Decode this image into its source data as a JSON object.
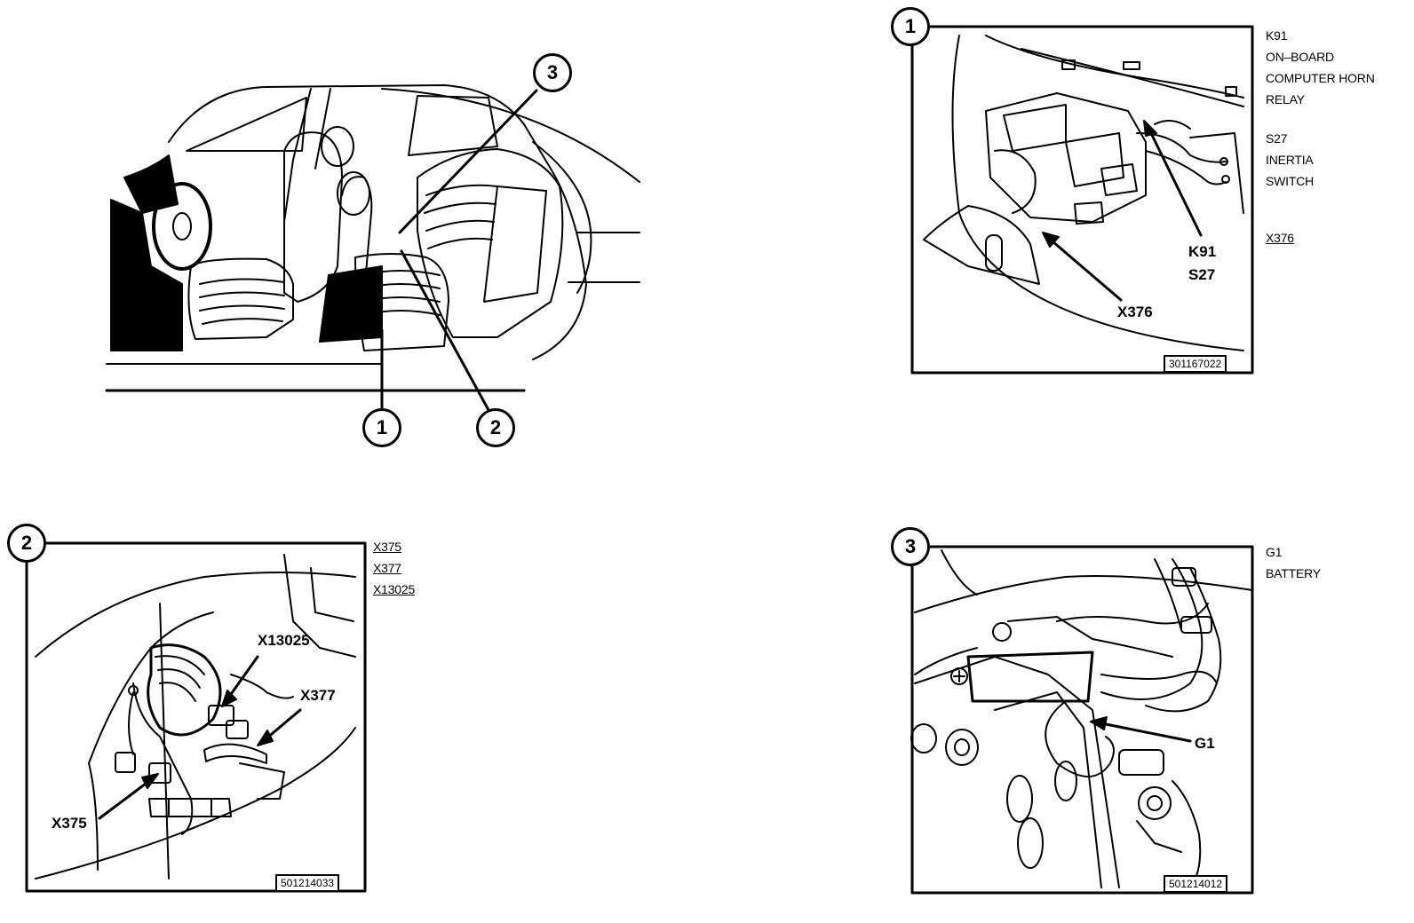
{
  "overview": {
    "callouts": [
      "3",
      "1",
      "2"
    ]
  },
  "panel1": {
    "number": "1",
    "labels": {
      "k91": "K91",
      "s27": "S27",
      "x376": "X376"
    },
    "ref": "301167022",
    "legend": [
      {
        "text": "K91",
        "underline": false
      },
      {
        "text": "ON–BOARD",
        "underline": false
      },
      {
        "text": "COMPUTER HORN",
        "underline": false
      },
      {
        "text": "RELAY",
        "underline": false
      },
      {
        "text": "S27",
        "underline": false
      },
      {
        "text": "INERTIA",
        "underline": false
      },
      {
        "text": "SWITCH",
        "underline": false
      },
      {
        "text": "X376",
        "underline": true
      }
    ]
  },
  "panel2": {
    "number": "2",
    "labels": {
      "x13025": "X13025",
      "x377": "X377",
      "x375": "X375"
    },
    "ref": "501214033",
    "legend": [
      {
        "text": "X375",
        "underline": true
      },
      {
        "text": "X377",
        "underline": true
      },
      {
        "text": "X13025",
        "underline": true
      }
    ]
  },
  "panel3": {
    "number": "3",
    "labels": {
      "g1": "G1"
    },
    "ref": "501214012",
    "legend": [
      {
        "text": "G1",
        "underline": false
      },
      {
        "text": "BATTERY",
        "underline": false
      }
    ]
  }
}
